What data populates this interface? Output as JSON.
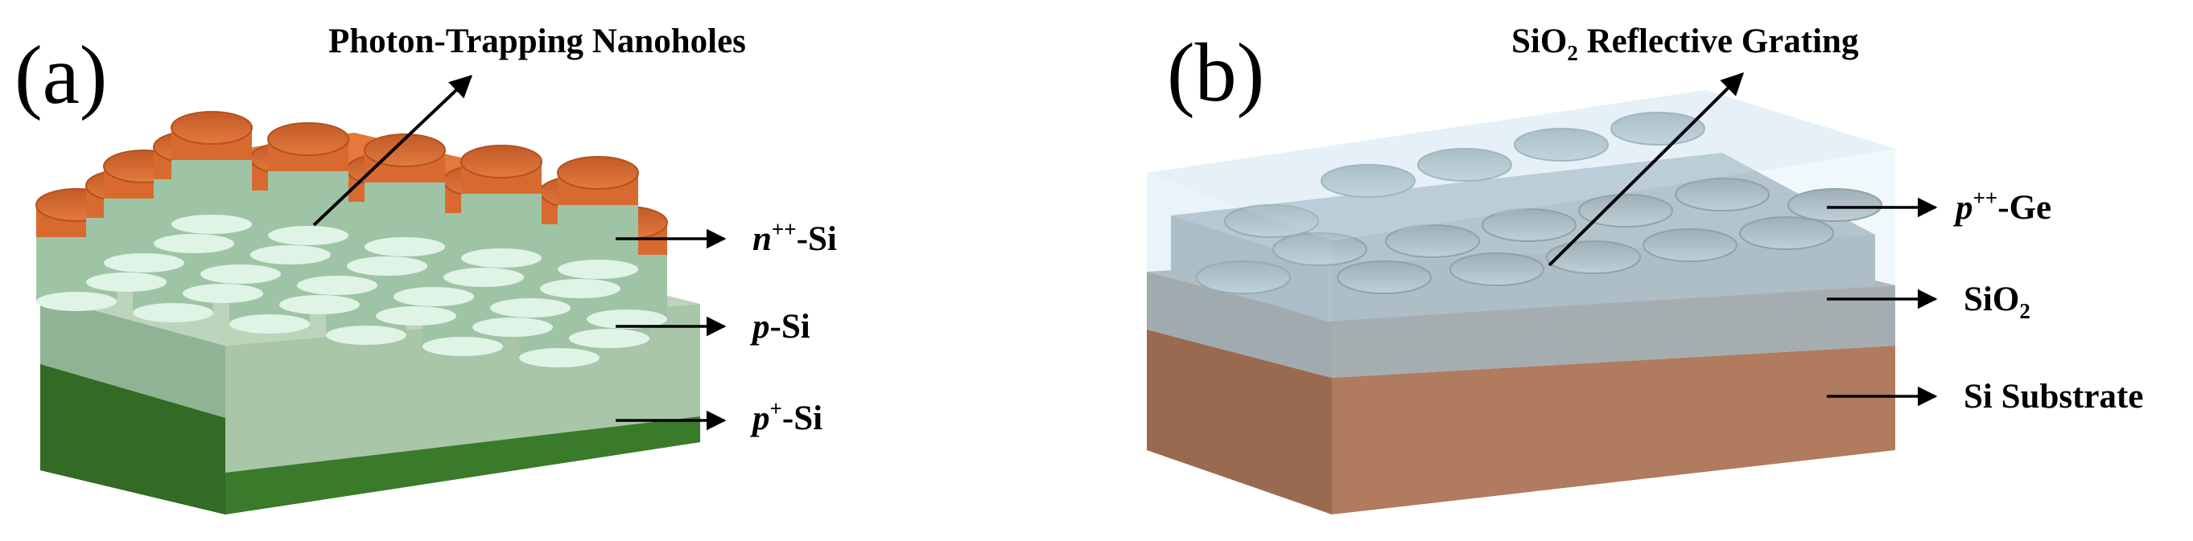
{
  "panel_a": {
    "letter": "(a)",
    "title": "Photon-Trapping Nanoholes",
    "labels": {
      "n_layer": {
        "ital": "n",
        "sup": "++",
        "rest": "-Si"
      },
      "p_layer": {
        "ital": "p",
        "rest": "-Si"
      },
      "pplus_layer": {
        "ital": "p",
        "sup": "+",
        "rest": "-Si"
      }
    },
    "colors": {
      "n_layer": "#E5783A",
      "p_layer": "#9FC4A5",
      "pplus_layer": "#3F7F2F",
      "slab": "#A9C6A8"
    }
  },
  "panel_b": {
    "letter": "(b)",
    "title": {
      "pre": "SiO",
      "sub": "2",
      "post": " Reflective Grating"
    },
    "labels": {
      "ge_layer": {
        "ital": "p",
        "sup": "++",
        "rest": "-Ge"
      },
      "oxide_layer": {
        "pre": "SiO",
        "sub": "2"
      },
      "substrate": "Si Substrate"
    },
    "colors": {
      "ge_layer": "#A2B0B8",
      "oxide_layer": "#8C8C8C",
      "substrate": "#B07B5E",
      "cladding": "#D6EBF3"
    }
  }
}
